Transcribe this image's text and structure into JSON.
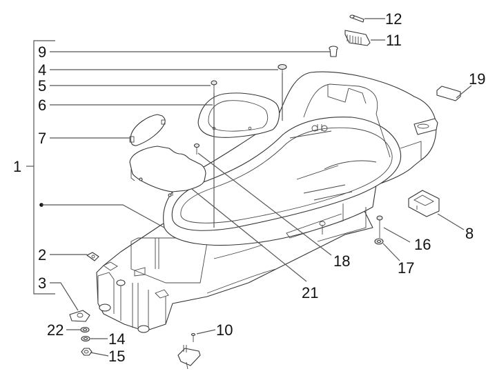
{
  "diagram": {
    "type": "exploded-parts-diagram",
    "subject": "scooter helmet compartment / underseat storage tub",
    "callouts": {
      "c1": "1",
      "c2": "2",
      "c3": "3",
      "c4": "4",
      "c5": "5",
      "c6": "6",
      "c7": "7",
      "c8": "8",
      "c9": "9",
      "c10": "10",
      "c11": "11",
      "c12": "12",
      "c14": "14",
      "c15": "15",
      "c16": "16",
      "c17": "17",
      "c18": "18",
      "c19": "19",
      "c21": "21",
      "c22": "22"
    }
  }
}
